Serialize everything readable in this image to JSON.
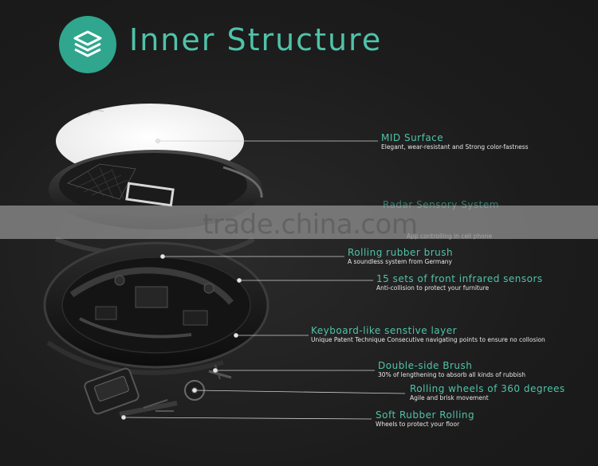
{
  "header": {
    "title": "Inner Structure",
    "icon": "layers-icon",
    "badge_color": "#2fa68d",
    "accent_color": "#4fc3a8"
  },
  "watermark": "trade.china.com",
  "labels": [
    {
      "name": "MID Surface",
      "desc": "Elegant, wear-resistant and Strong color-fastness"
    },
    {
      "name": "Radar Sensory System",
      "desc": "App controlling in cell phone"
    },
    {
      "name": "Rolling rubber brush",
      "desc": "A soundless system from Germany"
    },
    {
      "name": "15 sets of front infrared sensors",
      "desc": "Anti-collision to protect your furniture"
    },
    {
      "name": "Keyboard-like senstive layer",
      "desc": "Unique Patent Technique  Consecutive navigating points to ensure no collosion"
    },
    {
      "name": "Double-side Brush",
      "desc": "30% of lengthening to absorb all kinds of rubbish"
    },
    {
      "name": "Rolling wheels of 360 degrees",
      "desc": "Agile and brisk movement"
    },
    {
      "name": "Soft Rubber Rolling",
      "desc": "Wheels to protect your floor"
    }
  ]
}
